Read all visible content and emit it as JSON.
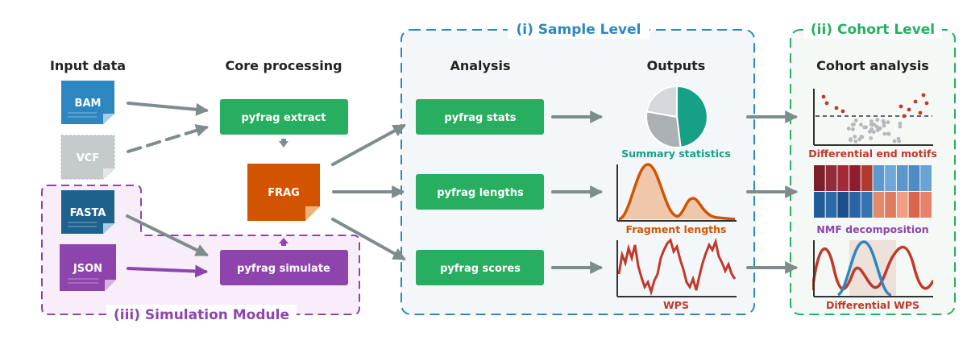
{
  "sections": {
    "sample": "(i) Sample Level",
    "cohort": "(ii) Cohort Level",
    "simulation": "(iii) Simulation Module"
  },
  "headers": {
    "input": "Input data",
    "core": "Core processing",
    "analysis": "Analysis",
    "outputs": "Outputs",
    "cohort": "Cohort analysis"
  },
  "inputs": {
    "bam": "BAM",
    "vcf": "VCF",
    "fasta": "FASTA",
    "json": "JSON"
  },
  "core": {
    "extract": "pyfrag extract",
    "frag": "FRAG",
    "simulate": "pyfrag simulate"
  },
  "analysis": {
    "stats": "pyfrag stats",
    "lengths": "pyfrag lengths",
    "scores": "pyfrag scores"
  },
  "outputs": {
    "summary": "Summary statistics",
    "fragment": "Fragment lengths",
    "wps": "WPS"
  },
  "cohort": {
    "motifs": "Differential end motifs",
    "nmf": "NMF decomposition",
    "dwps": "Differential WPS"
  },
  "colors": {
    "green": "#27ae60",
    "blue": "#2e86c1",
    "purple": "#8e44ad",
    "orange": "#d35400",
    "gray": "#7f8c8d",
    "red": "#c0392b",
    "teal": "#16a085"
  }
}
